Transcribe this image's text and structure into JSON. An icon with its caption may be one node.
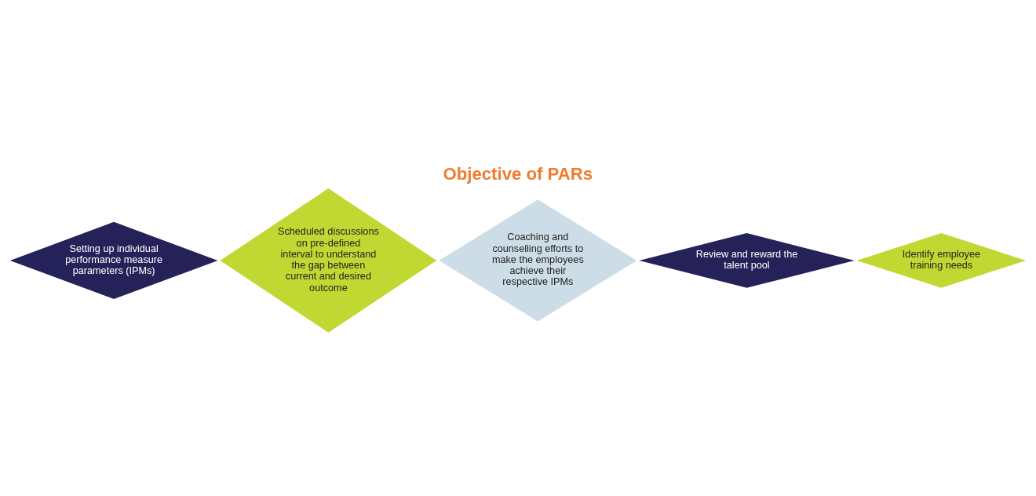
{
  "diagram": {
    "title": "Objective of PARs",
    "nodes": [
      {
        "text": [
          "Setting up individual performance measure parameters (IPMs)"
        ]
      },
      {
        "text": [
          "Scheduled discussions on pre-defined interval to understand the gap between current and desired outcome"
        ]
      },
      {
        "text": [
          "Coaching and counselling efforts to make the employees achieve their respective IPMs"
        ]
      },
      {
        "text": [
          "Review and reward the talent pool"
        ]
      },
      {
        "text": [
          "Identify employee training needs"
        ]
      }
    ]
  }
}
